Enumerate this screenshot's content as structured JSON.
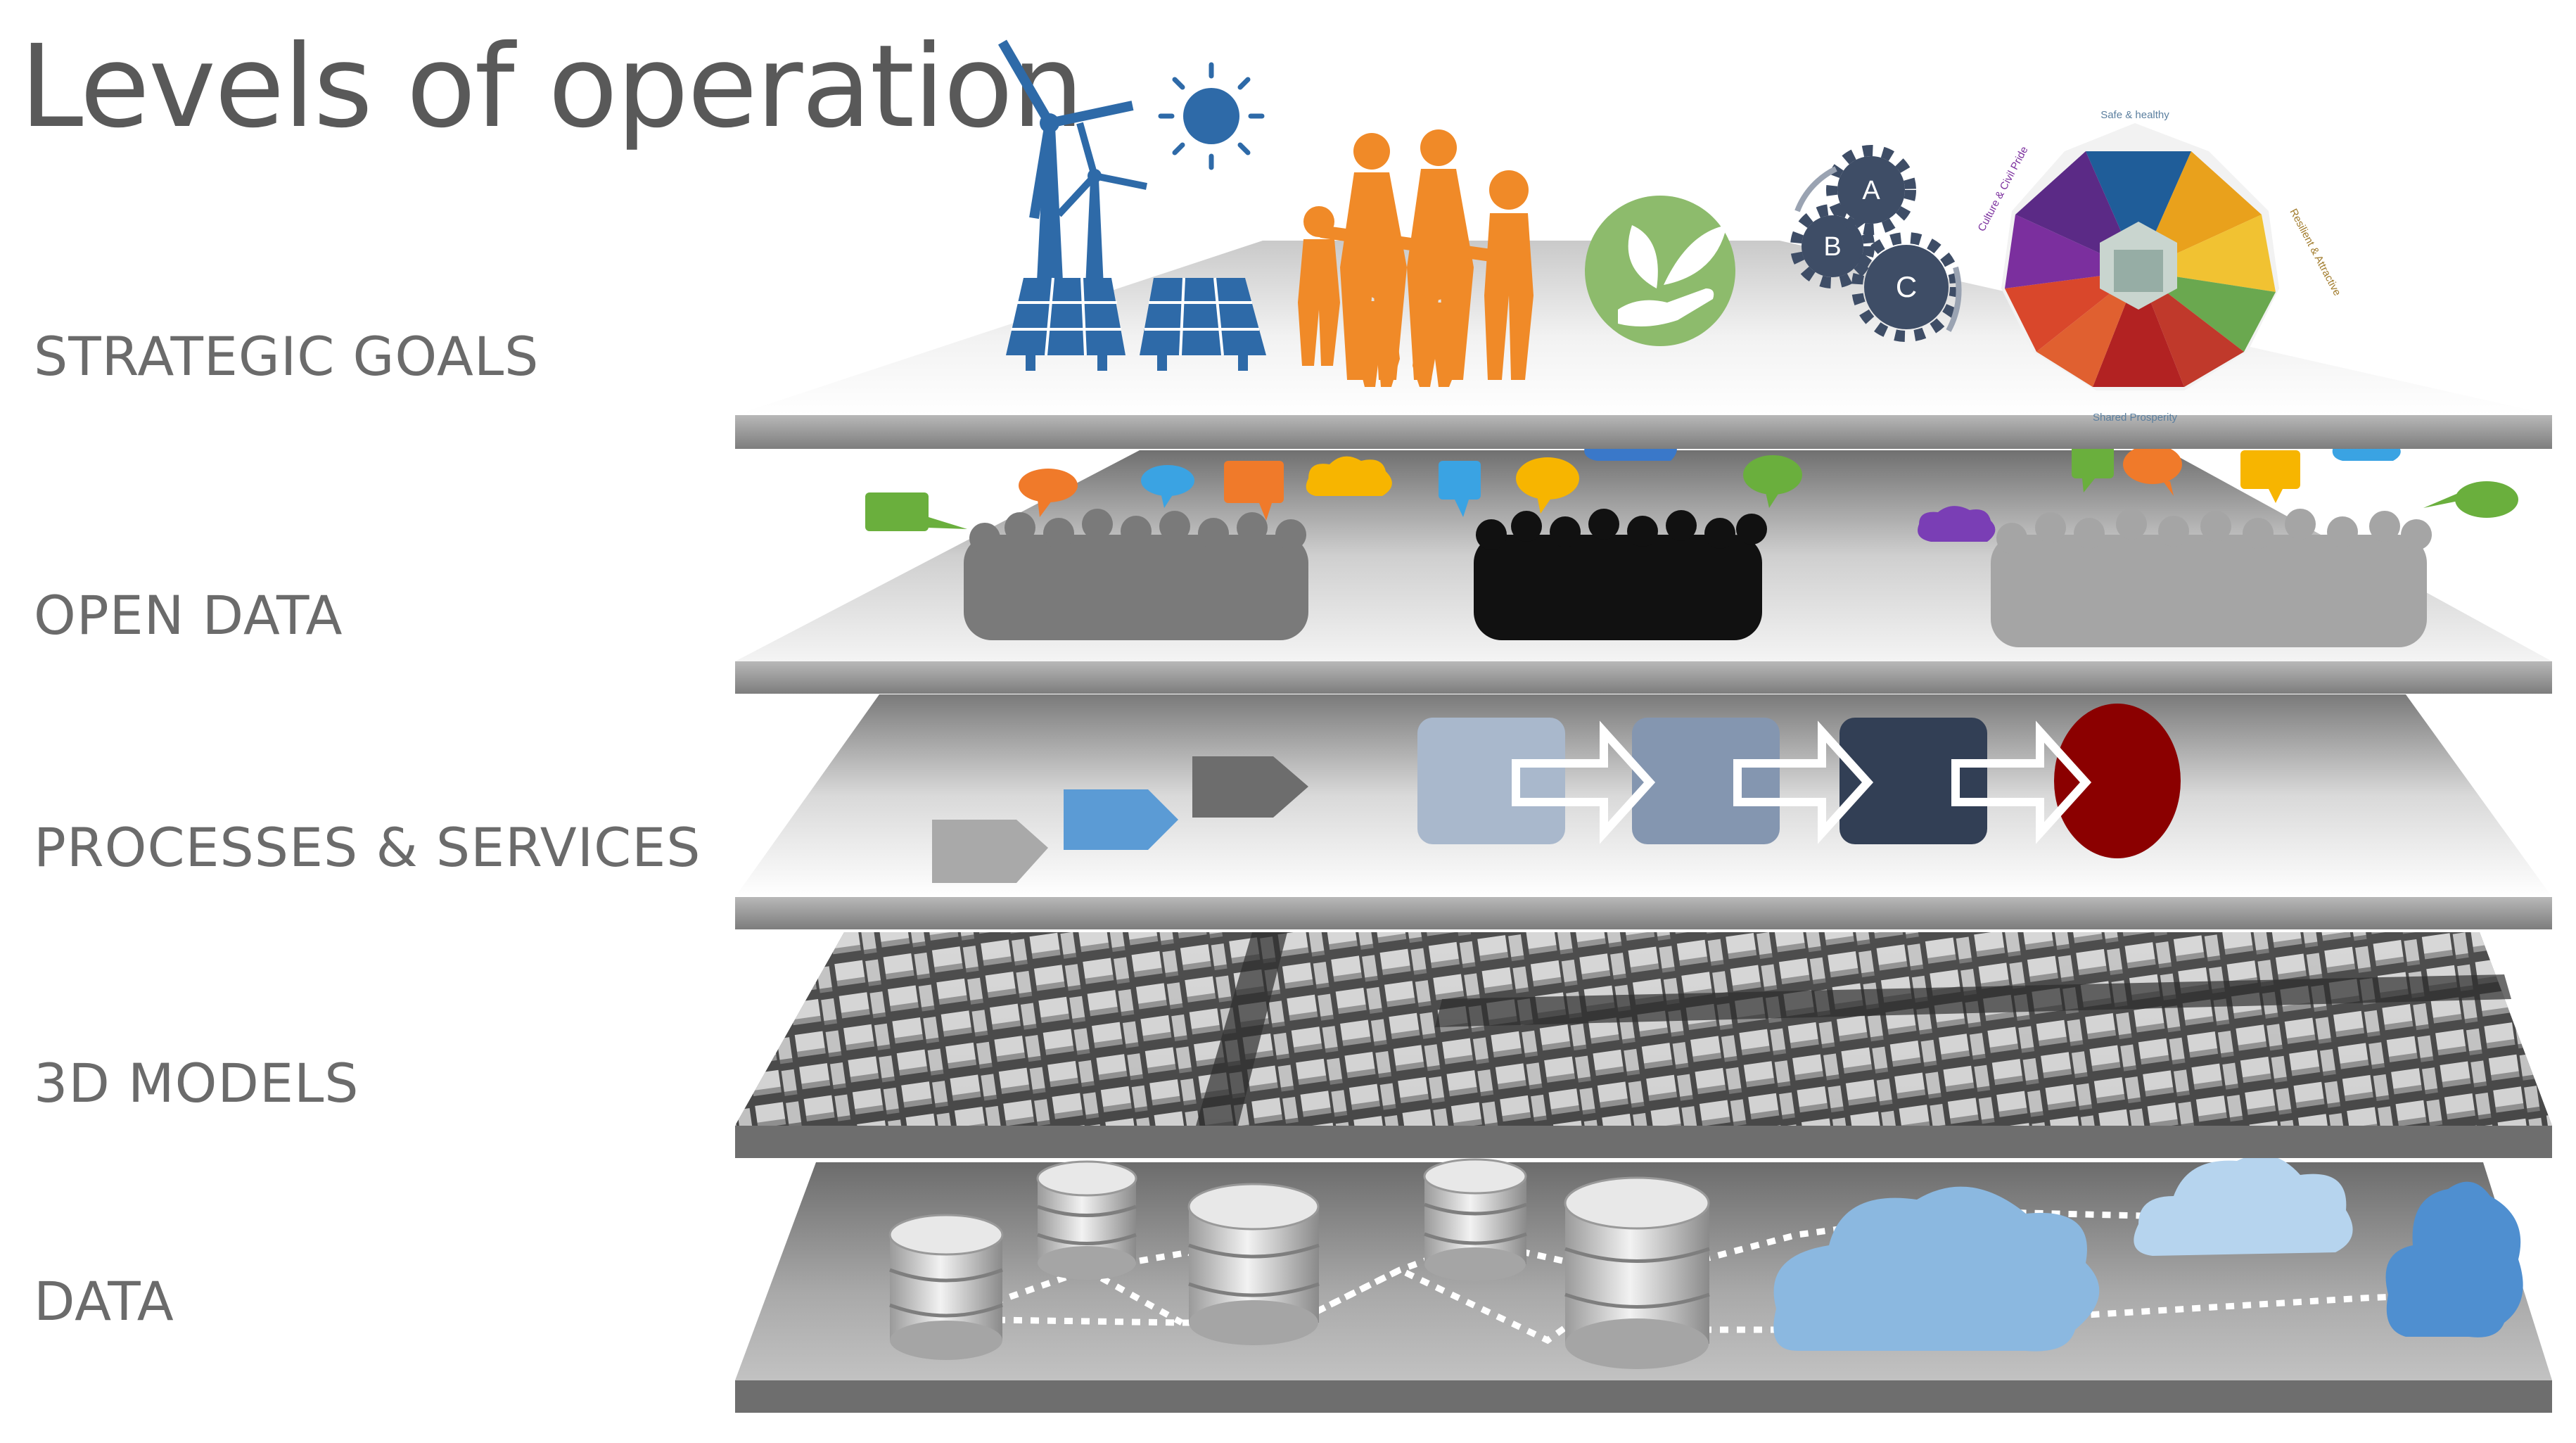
{
  "title": "Levels of operation",
  "layers": [
    {
      "id": "strategic-goals",
      "label": "STRATEGIC GOALS"
    },
    {
      "id": "open-data",
      "label": "OPEN DATA"
    },
    {
      "id": "processes-services",
      "label": "PROCESSES & SERVICES"
    },
    {
      "id": "3d-models",
      "label": "3D MODELS"
    },
    {
      "id": "data",
      "label": "DATA"
    }
  ],
  "gears": {
    "a": "A",
    "b": "B",
    "c": "C"
  },
  "wheel": {
    "top_label": "Safe & healthy",
    "right_label": "Resilient & Attractive",
    "bottom_label": "Shared Prosperity",
    "left_label": "Culture & Civil Pride"
  },
  "colors": {
    "accent_blue": "#2e6aa8",
    "people_orange": "#f08a28",
    "leaf_green": "#8dbb6c",
    "process_dark_red": "#8b0000",
    "cloud_blue": "#8bb8e0"
  },
  "icons": [
    "wind-turbine-icon",
    "solar-panel-icon",
    "sun-icon",
    "family-icon",
    "leaf-hand-icon",
    "gears-icon",
    "goals-wheel-icon",
    "speech-bubble-icon",
    "crowd-silhouette-icon",
    "process-arrow-icon",
    "database-icon",
    "cloud-icon"
  ]
}
